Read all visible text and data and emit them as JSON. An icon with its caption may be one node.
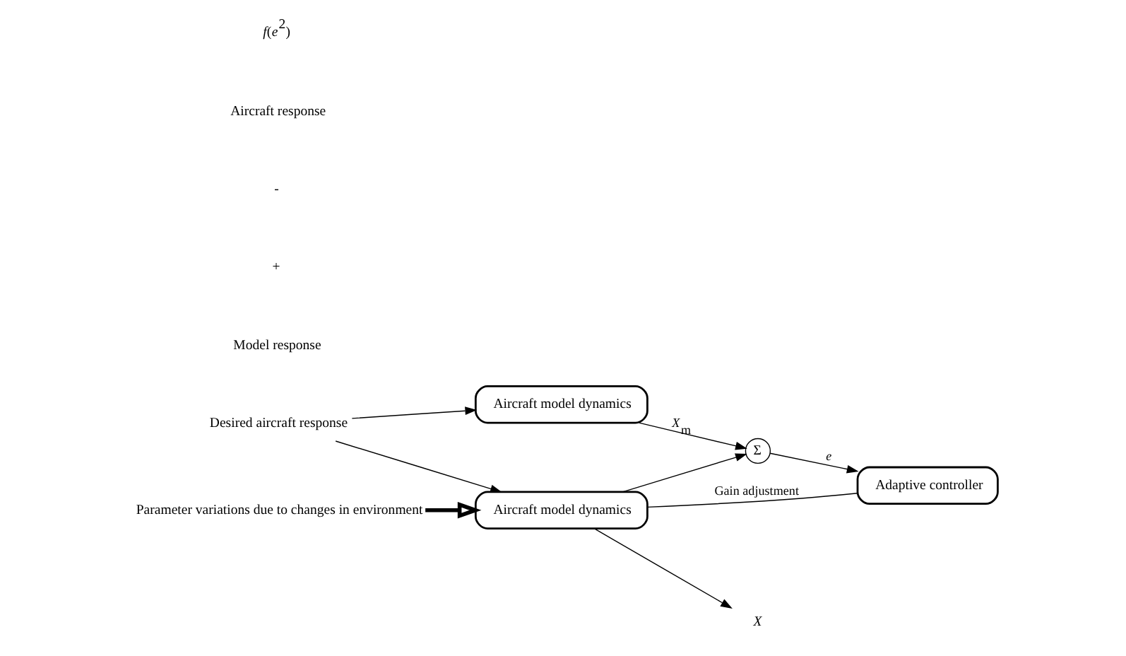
{
  "diagram": {
    "nodes": [
      {
        "text": [
          "Desired aircraft response"
        ]
      },
      {
        "text": [
          "Aircraft model dynamics"
        ]
      },
      {
        "text": [
          "Σ"
        ]
      },
      {
        "text": [
          "Adaptive controller"
        ]
      },
      {
        "text": [
          "Aircraft model dynamics"
        ]
      },
      {
        "text": [
          "*X*"
        ]
      },
      {
        "text": [
          "Parameter variations due to changes in environment"
        ]
      }
    ],
    "edges": [
      {
        "from": 0,
        "to": 1,
        "arrow": "to"
      },
      {
        "from": 0,
        "to": 4,
        "arrow": "to"
      },
      {
        "from": 1,
        "to": 2,
        "label": "*X*$_{m}$",
        "arrow": "to"
      },
      {
        "from": 4,
        "to": 2,
        "arrow": "to"
      },
      {
        "from": 2,
        "to": 3,
        "label": "*e*",
        "arrow": "to"
      },
      {
        "from": 4,
        "to": 5,
        "arrow": "to"
      },
      {
        "from": 3,
        "to": 4,
        "label": "Gain adjustment",
        "arrow": "none"
      },
      {
        "from": 6,
        "to": 4,
        "arrow": "to",
        "style": "thick"
      }
    ],
    "labels": [
      "Model response",
      "+",
      "-",
      "Aircraft response",
      "*f*(*e*$^{2}$)"
    ]
  }
}
